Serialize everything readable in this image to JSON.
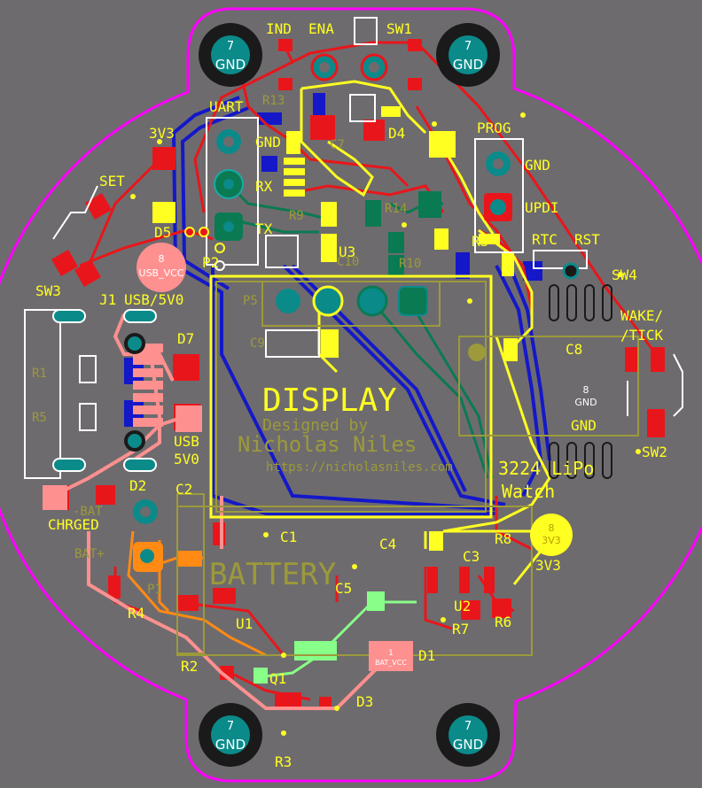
{
  "pcb": {
    "colors": {
      "background": "#6e6b6e",
      "outline": "#ff00ff",
      "top_copper": "#e8161b",
      "bottom_copper": "#1418c8",
      "silkscreen": "#ffff22",
      "pad_teal": "#0b8a8a",
      "pad_bright_teal": "#1aa8a8",
      "mid_layer_green": "#0a7a52",
      "orange": "#ff8a14",
      "salmon": "#ff9090",
      "lime": "#88ff88",
      "faint_silk": "#9c9a3a"
    },
    "mounting_holes": [
      {
        "net": "7",
        "label": "GND"
      },
      {
        "net": "7",
        "label": "GND"
      },
      {
        "net": "7",
        "label": "GND"
      },
      {
        "net": "7",
        "label": "GND"
      }
    ],
    "usb_pad": {
      "net": "8",
      "label": "USB_VCC"
    },
    "gnd_pad": {
      "net": "8",
      "label": "GND"
    },
    "v3_pad": {
      "net": "8",
      "label": "3V3"
    },
    "d1_pad": {
      "net": "1",
      "label": "BAT_VCC"
    },
    "silkscreen_labels": {
      "ind": "IND",
      "ena": "ENA",
      "sw1": "SW1",
      "uart": "UART",
      "gnd_uart": "GND",
      "rx": "RX",
      "tx": "TX",
      "v3v3_top": "3V3",
      "set": "SET",
      "d5": "D5",
      "p2": "P2",
      "sw3": "SW3",
      "j1": "J1",
      "usb5v0": "USB/5V0",
      "d7": "D7",
      "d4": "D4",
      "prog": "PROG",
      "gnd_prog": "GND",
      "updi": "UPDI",
      "r3": "R3",
      "rtc": "RTC",
      "rst": "RST",
      "sw4": "SW4",
      "u3": "U3",
      "c8": "C8",
      "wake": "WAKE/",
      "tick": "/TICK",
      "display": "DISPLAY",
      "gnd_right": "GND",
      "sw2": "SW2",
      "lipo": "3224 LiPo",
      "watch": "Watch",
      "usb_label": "USB",
      "v5": "5V0",
      "d2": "D2",
      "c2": "C2",
      "charged": "CHRGED",
      "c1": "C1",
      "c4": "C4",
      "r8": "R8",
      "v3v3_bottom": "3V3",
      "c3": "C3",
      "c5": "C5",
      "u2": "U2",
      "r7": "R7",
      "r6": "R6",
      "r4": "R4",
      "u1": "U1",
      "r2": "R2",
      "q1": "Q1",
      "d1": "D1",
      "d3": "D3",
      "r3_bottom": "R3"
    },
    "faint_labels": {
      "designed_by": "Designed by",
      "designer": "Nicholas Niles",
      "url": "https://nicholasniles.com",
      "battery": "BATTERY",
      "r1": "R1",
      "r5": "R5",
      "r13": "R13",
      "c7": "C7",
      "r14": "R14",
      "r9": "R9",
      "r10": "R10",
      "c10": "C10",
      "c9": "C9",
      "bat_minus": "-BAT",
      "bat_plus": "BAT+",
      "p1": "P1",
      "p5": "P5"
    }
  }
}
